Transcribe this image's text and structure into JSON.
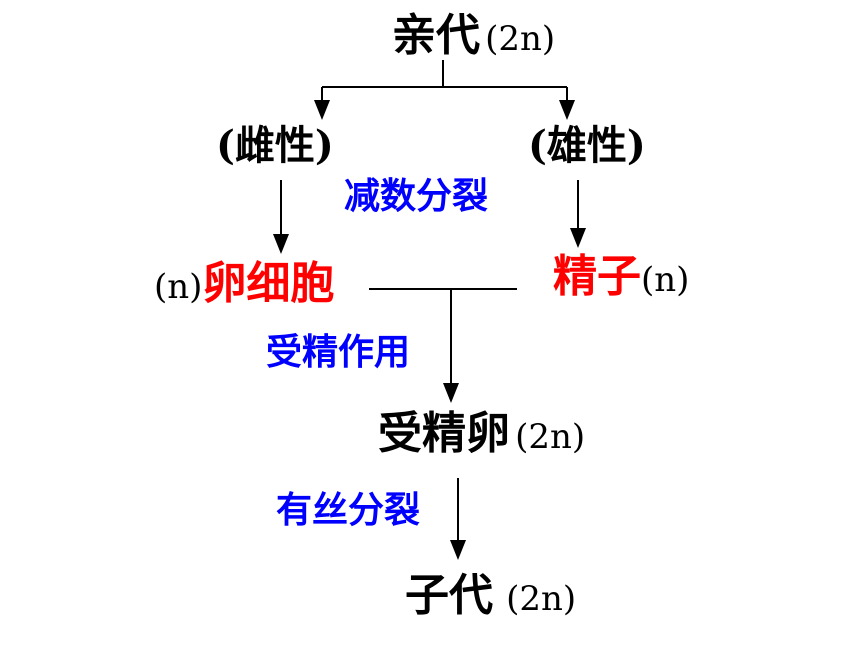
{
  "colors": {
    "black": "#000000",
    "red": "#ff0000",
    "blue": "#0000ff"
  },
  "parent": {
    "label": "亲代",
    "ploidy": "(2n)"
  },
  "female": {
    "label": "(雌性)"
  },
  "male": {
    "label": "(雄性)"
  },
  "process_meiosis": "减数分裂",
  "egg": {
    "ploidy": "(n)",
    "label": "卵细胞"
  },
  "sperm": {
    "label": "精子",
    "ploidy": "(n)"
  },
  "process_fertilization": "受精作用",
  "zygote": {
    "label": "受精卵",
    "ploidy": "(2n)"
  },
  "process_mitosis": "有丝分裂",
  "offspring": {
    "label": "子代",
    "ploidy": "(2n)"
  }
}
